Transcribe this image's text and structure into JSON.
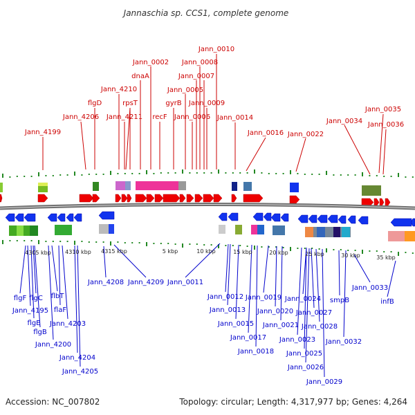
{
  "title": "Jannaschia sp. CCS1, complete genome",
  "accession": "Accession: NC_007802",
  "summary": "Topology: circular; Length: 4,317,977 bp; Genes: 4,264",
  "tick_labels": [
    "4305 kbp",
    "4310 kbp",
    "4315 kbp",
    "5 kbp",
    "10 kbp",
    "15 kbp",
    "20 kbp",
    "25 kbp",
    "30 kbp",
    "35 kbp"
  ],
  "forward_genes": [
    "Jann_0010",
    "Jann_0002",
    "Jann_0008",
    "Jann_0007",
    "Jann_4210",
    "Jann_0005",
    "flgD",
    "rpsT",
    "gyrB",
    "Jann_0009",
    "Jann_4206",
    "Jann_4211",
    "recF",
    "Jann_0006",
    "Jann_0014",
    "Jann_0035",
    "Jann_0034",
    "Jann_0036",
    "Jann_0016",
    "Jann_4199",
    "Jann_0022",
    "dnaA"
  ],
  "reverse_genes": [
    "Jann_4208",
    "Jann_4209",
    "Jann_0011",
    "Jann_0033",
    "flgF",
    "flgC",
    "flbT",
    "Jann_0012",
    "Jann_0019",
    "Jann_0024",
    "smpB",
    "infB",
    "Jann_4195",
    "flaF",
    "Jann_0013",
    "Jann_0020",
    "Jann_0027",
    "flgE",
    "Jann_4203",
    "Jann_0015",
    "Jann_0021",
    "Jann_0028",
    "flgB",
    "Jann_0017",
    "Jann_0023",
    "Jann_0032",
    "Jann_4200",
    "Jann_0018",
    "Jann_0025",
    "Jann_4204",
    "Jann_0026",
    "Jann_4205",
    "Jann_0029"
  ],
  "colors": {
    "forward_label": "#cc0000",
    "reverse_label": "#0000cc",
    "forward_arrow": "#ee0000",
    "reverse_arrow": "#1133ee",
    "backbone": "#888888",
    "tick": "#228822",
    "magenta": "#ee3399",
    "green": "#55aa22",
    "navy": "#112288",
    "steel": "#4477aa"
  }
}
